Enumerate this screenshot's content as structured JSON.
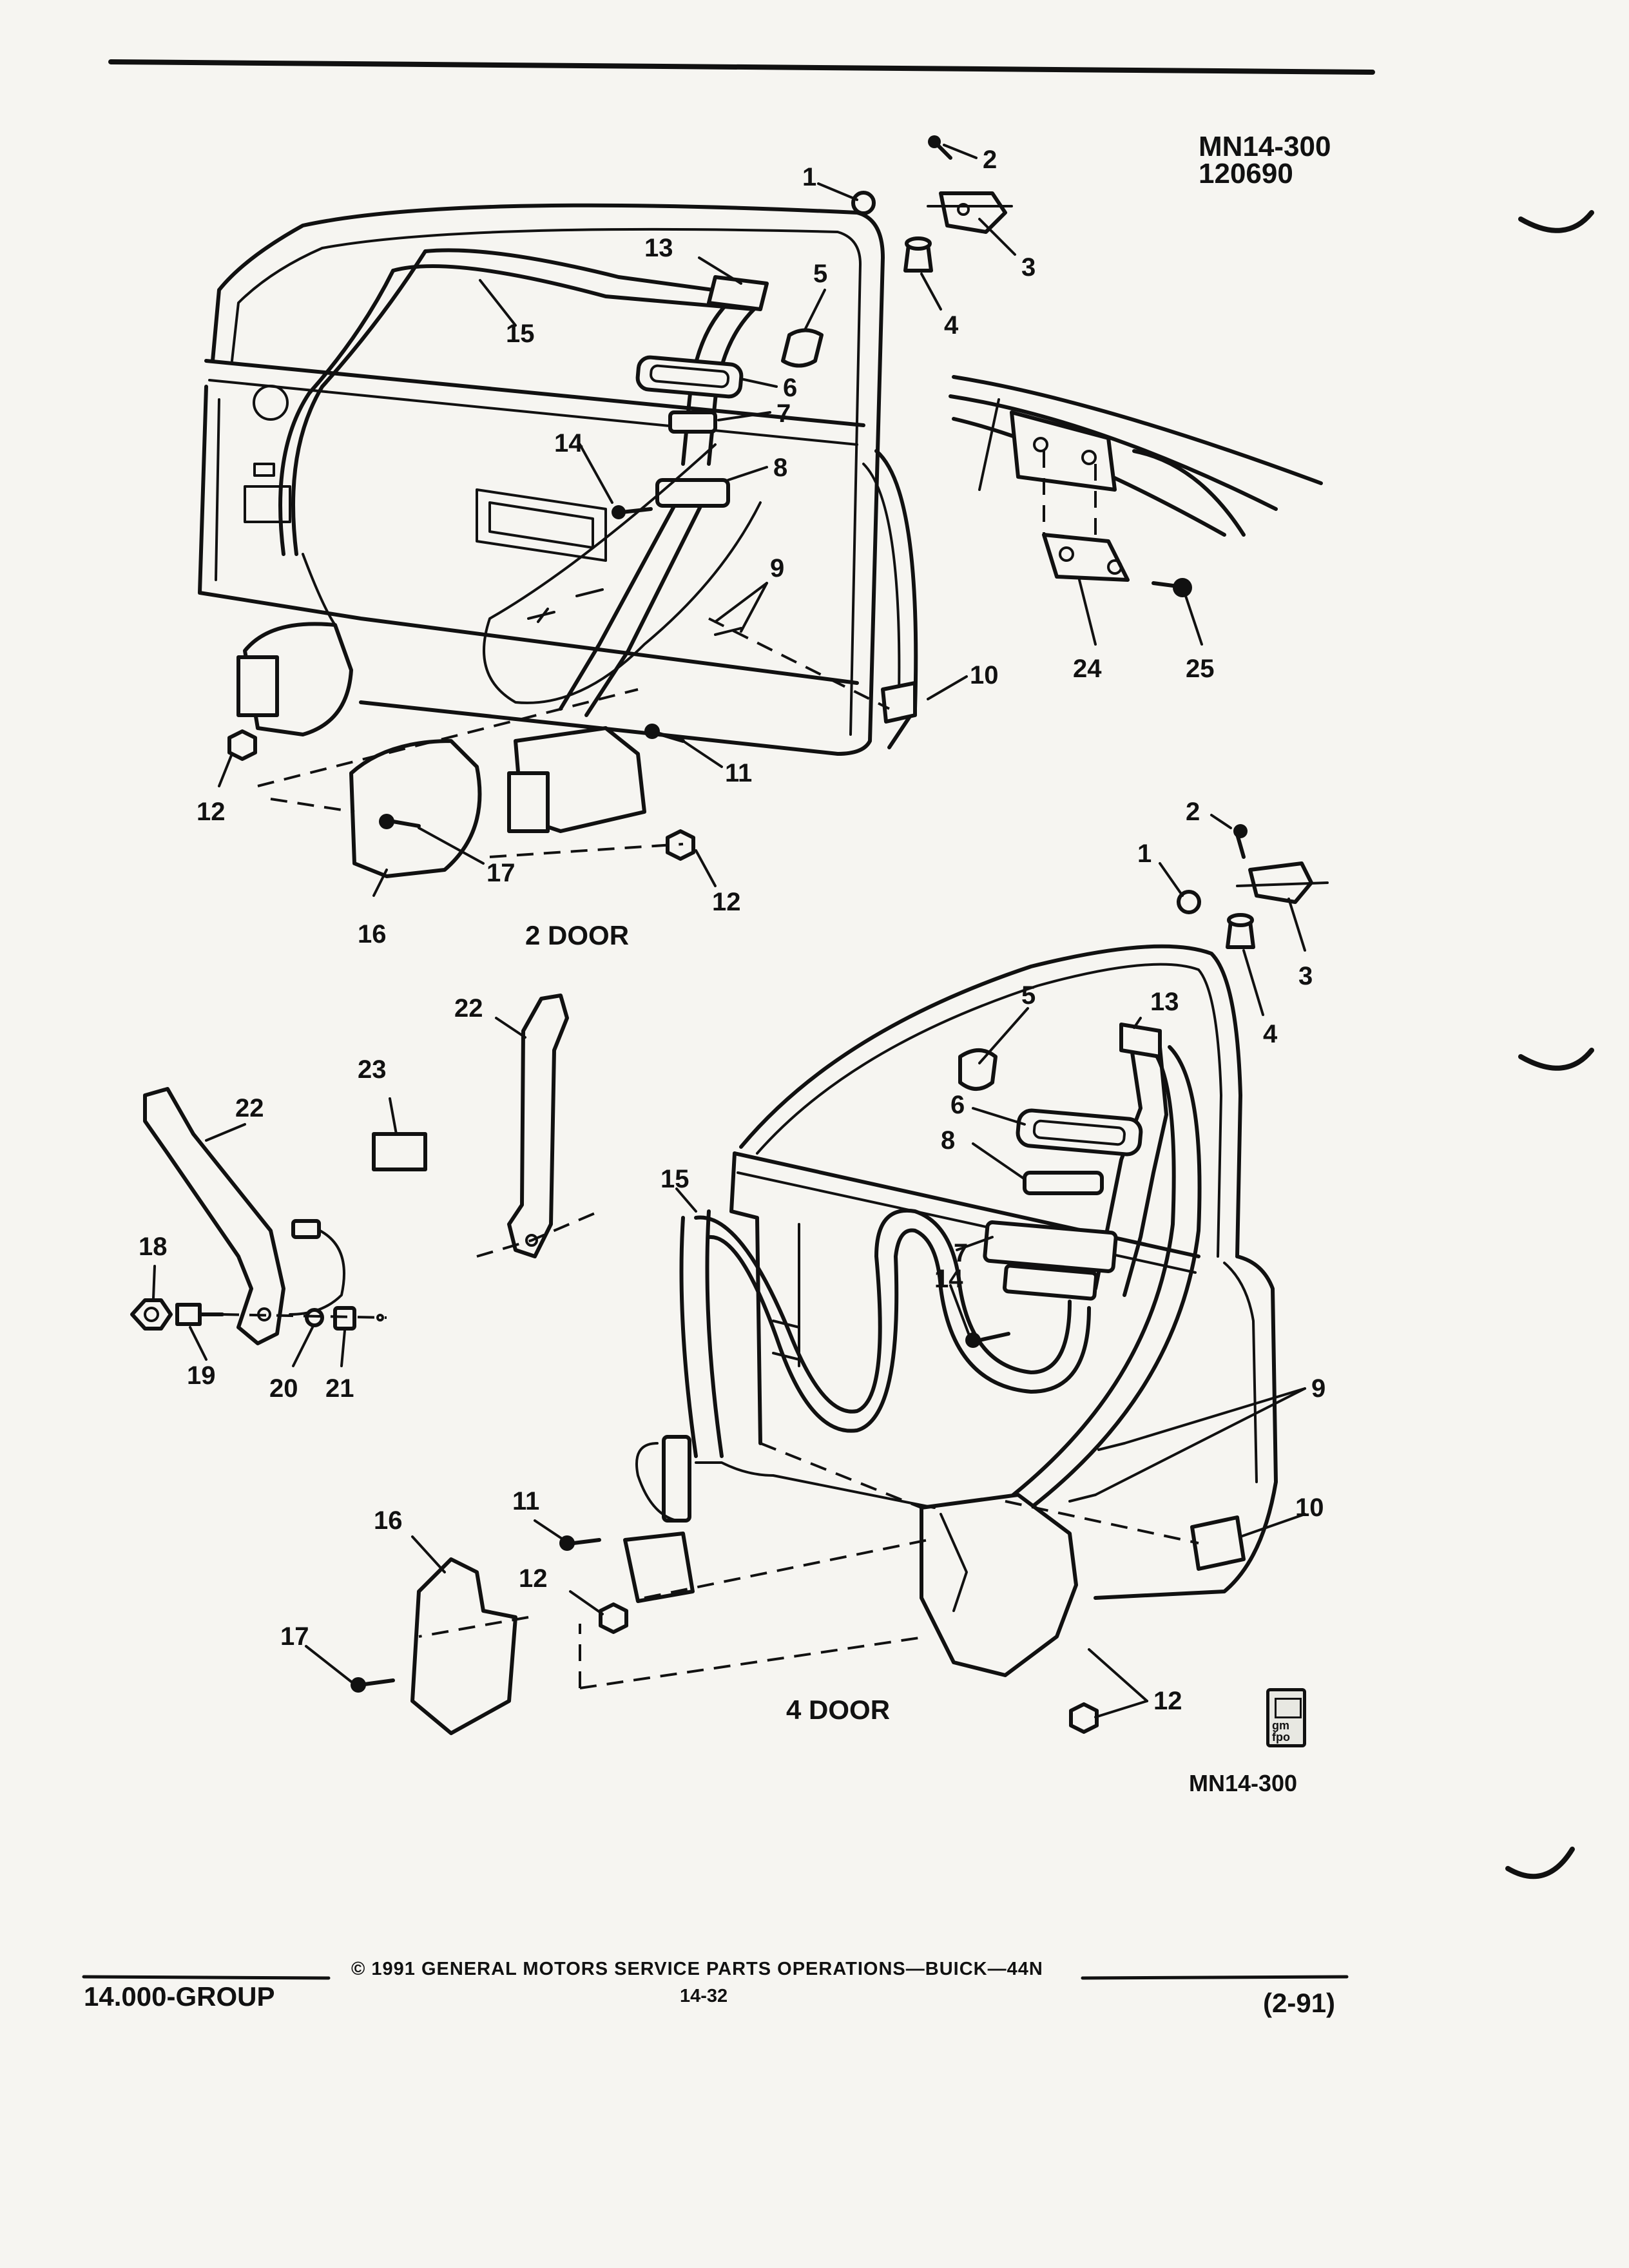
{
  "diagram_code_top": [
    "MN14-300",
    "120690"
  ],
  "diagram_code_bottom": "MN14-300",
  "views": {
    "two_door": "2 DOOR",
    "four_door": "4 DOOR"
  },
  "callouts": {
    "top": [
      "1",
      "2",
      "3",
      "4",
      "5",
      "6",
      "7",
      "8",
      "9",
      "10",
      "11",
      "12",
      "12",
      "13",
      "14",
      "15",
      "16",
      "17",
      "24",
      "25"
    ],
    "bottom": [
      "1",
      "2",
      "3",
      "4",
      "5",
      "6",
      "7",
      "8",
      "9",
      "10",
      "11",
      "12",
      "12",
      "13",
      "14",
      "15",
      "16",
      "17",
      "18",
      "19",
      "20",
      "21",
      "22",
      "22",
      "23"
    ]
  },
  "badge_text": "gm\nfpo",
  "footer": {
    "group": "14.000-GROUP",
    "copyright": "© 1991 GENERAL MOTORS SERVICE PARTS OPERATIONS—BUICK—44N",
    "page": "14-32",
    "revision": "(2-91)"
  }
}
